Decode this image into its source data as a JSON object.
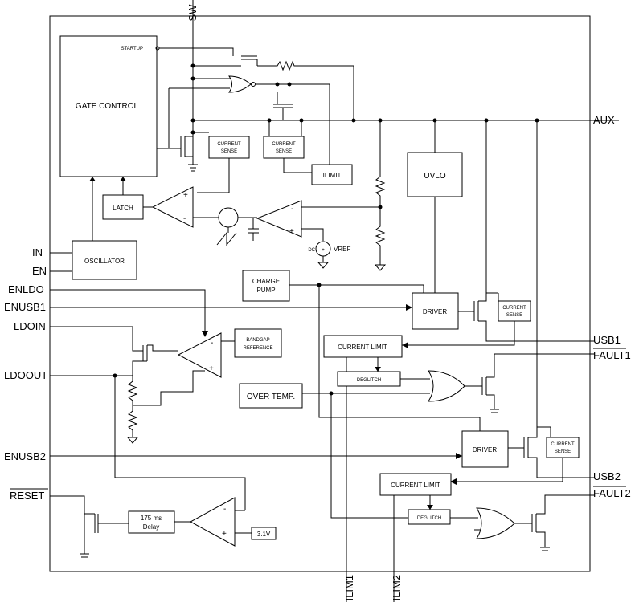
{
  "pins": {
    "sw": "SW",
    "aux": "AUX",
    "in": "IN",
    "en": "EN",
    "enldo": "ENLDO",
    "enusb1": "ENUSB1",
    "ldoin": "LDOIN",
    "ldoout": "LDOOUT",
    "enusb2": "ENUSB2",
    "reset": "RESET",
    "usb1": "USB1",
    "fault1": "FAULT1",
    "usb2": "USB2",
    "fault2": "FAULT2",
    "ilim1": "ILIM1",
    "ilim2": "ILIM2"
  },
  "blocks": {
    "gate_control": "GATE CONTROL",
    "startup": "STARTUP",
    "current_sense": [
      "CURRENT",
      "SENSE"
    ],
    "ilimit": "ILIMIT",
    "uvlo": "UVLO",
    "latch": "LATCH",
    "oscillator": "OSCILLATOR",
    "vref": "VREF",
    "dc": "DC",
    "charge_pump": [
      "CHARGE",
      "PUMP"
    ],
    "driver": "DRIVER",
    "bandgap": [
      "BANDGAP",
      "REFERENCE"
    ],
    "current_limit": "CURRENT LIMIT",
    "deglitch": "DEGLITCH",
    "over_temp": "OVER TEMP.",
    "delay": [
      "175 ms",
      "Delay"
    ],
    "v31": "3.1V"
  },
  "opamp_signs": {
    "plus": "+",
    "minus": "-"
  }
}
